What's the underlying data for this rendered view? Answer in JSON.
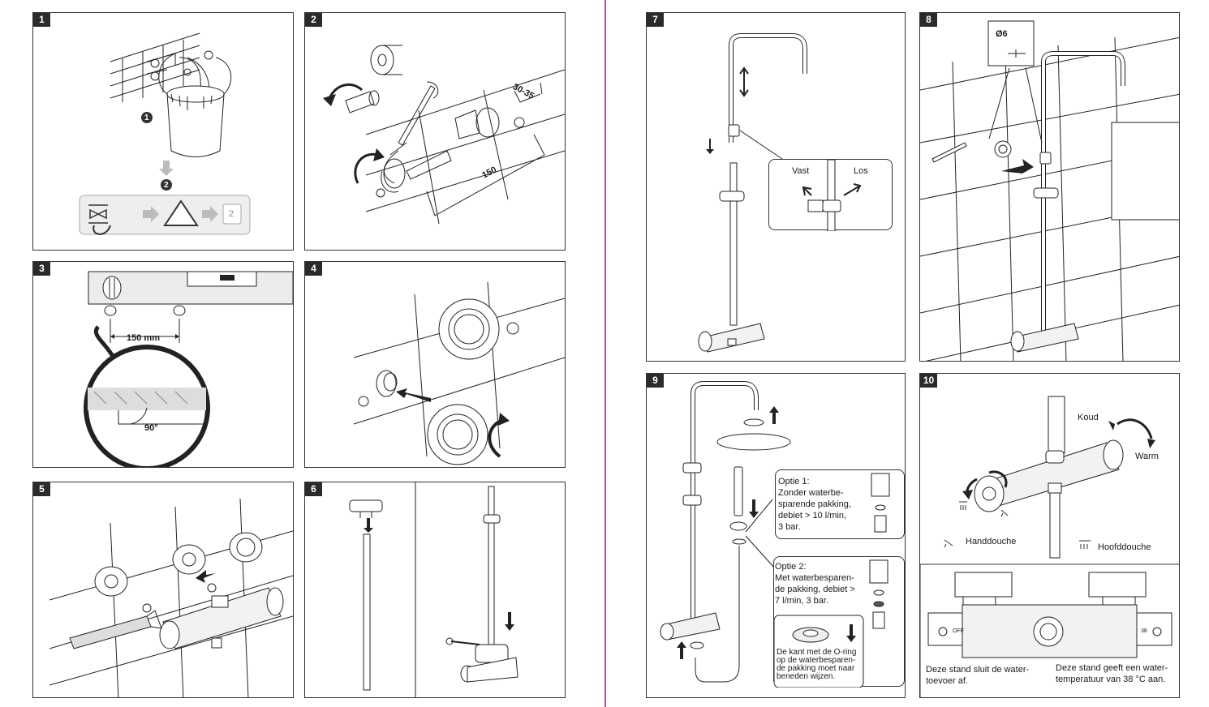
{
  "steps": [
    {
      "number": "1",
      "badge_circle_1": "1",
      "badge_circle_2": "2",
      "badge_square": "2"
    },
    {
      "number": "2",
      "dim_30_35": "30-35",
      "dim_150": "150"
    },
    {
      "number": "3",
      "dim_150mm": "150 mm",
      "angle": "90°"
    },
    {
      "number": "4"
    },
    {
      "number": "5"
    },
    {
      "number": "6"
    },
    {
      "number": "7",
      "vast": "Vast",
      "los": "Los"
    },
    {
      "number": "8",
      "diameter": "Ø6"
    },
    {
      "number": "9",
      "optie1": [
        "Optie 1:",
        "Zonder waterbe-",
        "sparende pakking,",
        "debiet > 10 l/min,",
        "3 bar."
      ],
      "optie2": [
        "Optie 2:",
        "Met waterbesparen-",
        "de pakking, debiet >",
        "7 l/min, 3 bar."
      ],
      "oring": [
        "De kant met de O-ring",
        "op de waterbesparen-",
        "de pakking moet naar",
        "beneden wijzen."
      ]
    },
    {
      "number": "10",
      "koud": "Koud",
      "warm": "Warm",
      "handdouche": "Handdouche",
      "hoofddouche": "Hoofddouche",
      "off_label": "OFF",
      "temp_label": "38",
      "left_note": [
        "Deze stand sluit de water-",
        "toevoer af."
      ],
      "right_note": [
        "Deze stand geeft een water-",
        "temperatuur van 38 °C aan."
      ]
    }
  ],
  "colors": {
    "divider": "#d63bc2",
    "frame": "#333333",
    "badge": "#2b2b2b"
  }
}
